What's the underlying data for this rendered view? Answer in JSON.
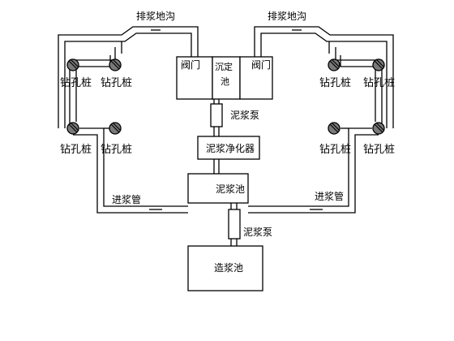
{
  "diagram": {
    "pile_label": "钻孔桩",
    "drain_ditch_label": "排浆地沟",
    "valve_label": "阀门",
    "sedimentation_label": "沉定池",
    "mud_pump_label": "泥浆泵",
    "purifier_label": "泥浆净化器",
    "mud_pool_label": "泥浆池",
    "feed_pipe_label": "进浆管",
    "slurry_pool_label": "造浆池"
  }
}
